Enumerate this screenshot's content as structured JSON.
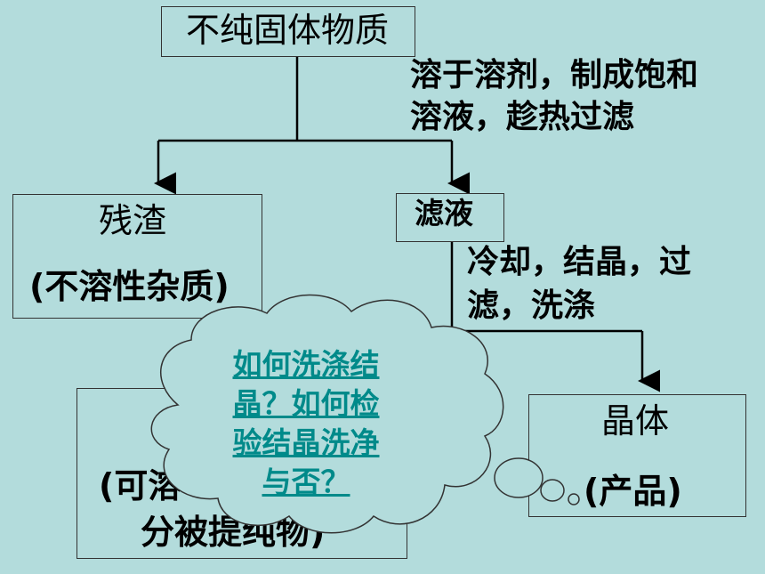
{
  "nodes": {
    "top": "不纯固体物质",
    "residue_title": "残渣",
    "residue_sub": "(不溶性杂质)",
    "filtrate": "滤液",
    "lower_left_line1": "(可溶",
    "lower_left_line2": "分被提纯物)",
    "crystal_title": "晶体",
    "crystal_sub": "(产品)"
  },
  "steps": {
    "step1_line1": "溶于溶剂，制成饱和",
    "step1_line2": "溶液，趁热过滤",
    "step2_line1": "冷却，结晶，过",
    "step2_line2": "滤，洗涤"
  },
  "cloud": {
    "line1": "如何洗涤结",
    "line2": "晶？如何检",
    "line3": "验结晶洗净",
    "line4": "与否？"
  },
  "colors": {
    "background": "#b3dcdc",
    "link": "#008a8a"
  }
}
